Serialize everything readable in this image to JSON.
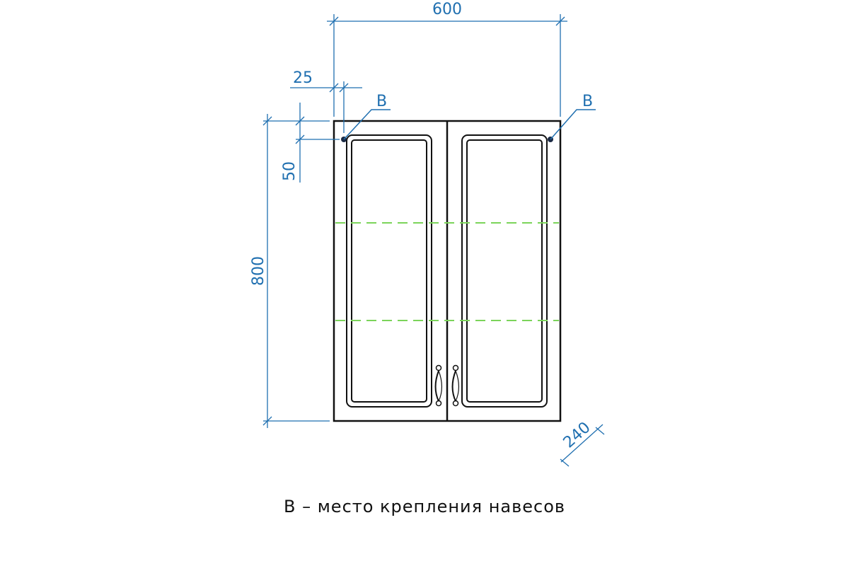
{
  "dimensions": {
    "width": "600",
    "height": "800",
    "depth": "240",
    "offset_x": "25",
    "offset_y": "50"
  },
  "markers": {
    "left": "B",
    "right": "B"
  },
  "legend": "B – место крепления навесов",
  "colors": {
    "outline": "#111111",
    "dimension": "#1f6fb0",
    "shelf": "#7bd45a"
  }
}
